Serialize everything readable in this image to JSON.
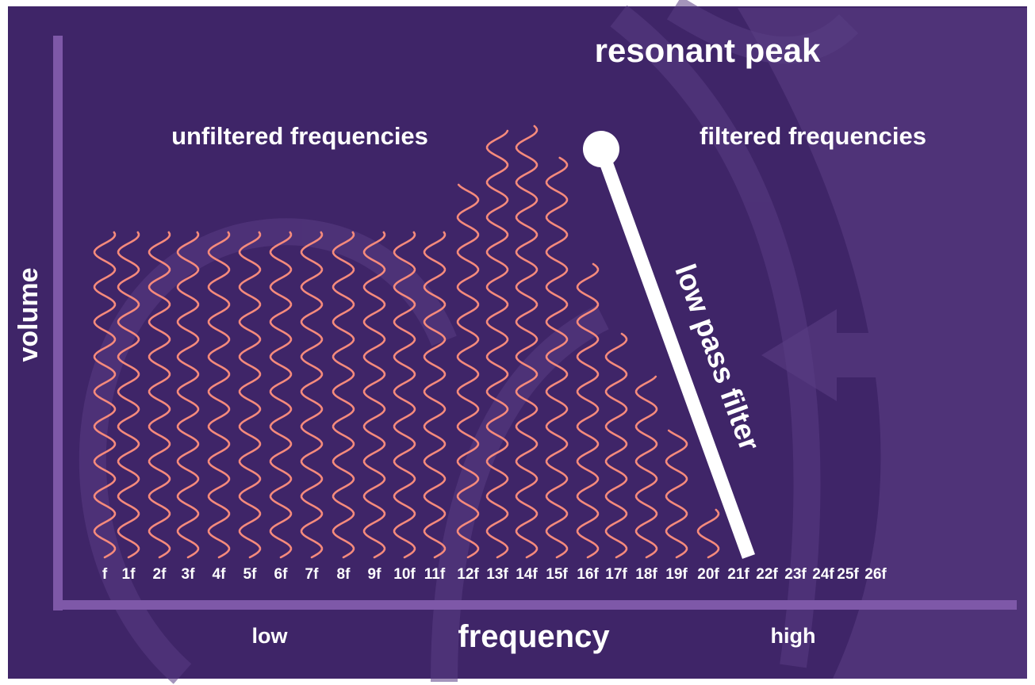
{
  "labels": {
    "y_axis": "volume",
    "x_axis": "frequency",
    "low": "low",
    "high": "high",
    "unfiltered": "unfiltered frequencies",
    "filtered": "filtered frequencies",
    "resonant_peak": "resonant peak",
    "filter": "low pass filter"
  },
  "colors": {
    "background": "#3f2568",
    "axis": "#7e58a8",
    "wave": "#f58a7c",
    "text": "#ffffff",
    "muted_text": "#8f78b3",
    "filter_line": "#ffffff",
    "decor": "#5a3d84"
  },
  "harmonics": [
    {
      "label": "f",
      "amplitude": 0.61
    },
    {
      "label": "1f",
      "amplitude": 0.61
    },
    {
      "label": "2f",
      "amplitude": 0.61
    },
    {
      "label": "3f",
      "amplitude": 0.61
    },
    {
      "label": "4f",
      "amplitude": 0.61
    },
    {
      "label": "5f",
      "amplitude": 0.61
    },
    {
      "label": "6f",
      "amplitude": 0.61
    },
    {
      "label": "7f",
      "amplitude": 0.61
    },
    {
      "label": "8f",
      "amplitude": 0.61
    },
    {
      "label": "9f",
      "amplitude": 0.61
    },
    {
      "label": "10f",
      "amplitude": 0.61
    },
    {
      "label": "11f",
      "amplitude": 0.61
    },
    {
      "label": "12f",
      "amplitude": 0.7
    },
    {
      "label": "13f",
      "amplitude": 0.8
    },
    {
      "label": "14f",
      "amplitude": 0.81
    },
    {
      "label": "15f",
      "amplitude": 0.75
    },
    {
      "label": "16f",
      "amplitude": 0.55
    },
    {
      "label": "17f",
      "amplitude": 0.42
    },
    {
      "label": "18f",
      "amplitude": 0.34
    },
    {
      "label": "19f",
      "amplitude": 0.24
    },
    {
      "label": "20f",
      "amplitude": 0.09
    },
    {
      "label": "21f",
      "amplitude": 0
    },
    {
      "label": "22f",
      "amplitude": 0
    },
    {
      "label": "23f",
      "amplitude": 0
    },
    {
      "label": "24f",
      "amplitude": 0
    },
    {
      "label": "25f",
      "amplitude": 0
    },
    {
      "label": "26f",
      "amplitude": 0
    }
  ]
}
